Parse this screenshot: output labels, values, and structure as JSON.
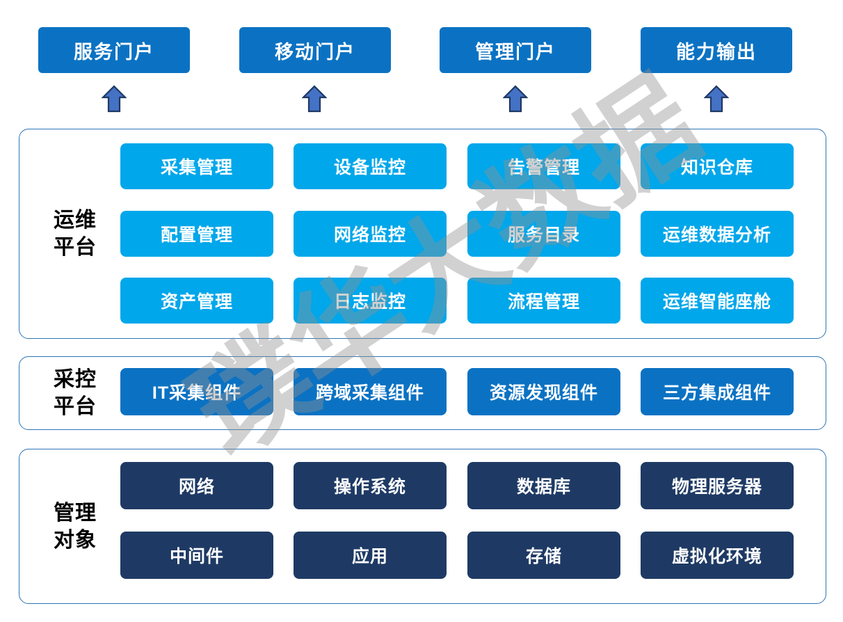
{
  "watermark": "璞华大数据",
  "colors": {
    "portal-blue": "#0B72C3",
    "cyan": "#00A7EA",
    "navy": "#1E3A64",
    "arrow-fill": "#4472C4",
    "arrow-stroke": "#1F3864",
    "section-border": "#2E75B6",
    "label-color": "#000000",
    "box-text": "#FFFFFF"
  },
  "portals": [
    "服务门户",
    "移动门户",
    "管理门户",
    "能力输出"
  ],
  "sections": [
    {
      "label_lines": [
        "运维",
        "平台"
      ],
      "rows": [
        [
          "采集管理",
          "设备监控",
          "告警管理",
          "知识仓库"
        ],
        [
          "配置管理",
          "网络监控",
          "服务目录",
          "运维数据分析"
        ],
        [
          "资产管理",
          "日志监控",
          "流程管理",
          "运维智能座舱"
        ]
      ]
    },
    {
      "label_lines": [
        "采控",
        "平台"
      ],
      "rows": [
        [
          "IT采集组件",
          "跨域采集组件",
          "资源发现组件",
          "三方集成组件"
        ]
      ]
    },
    {
      "label_lines": [
        "管理",
        "对象"
      ],
      "rows": [
        [
          "网络",
          "操作系统",
          "数据库",
          "物理服务器"
        ],
        [
          "中间件",
          "应用",
          "存储",
          "虚拟化环境"
        ]
      ]
    }
  ]
}
